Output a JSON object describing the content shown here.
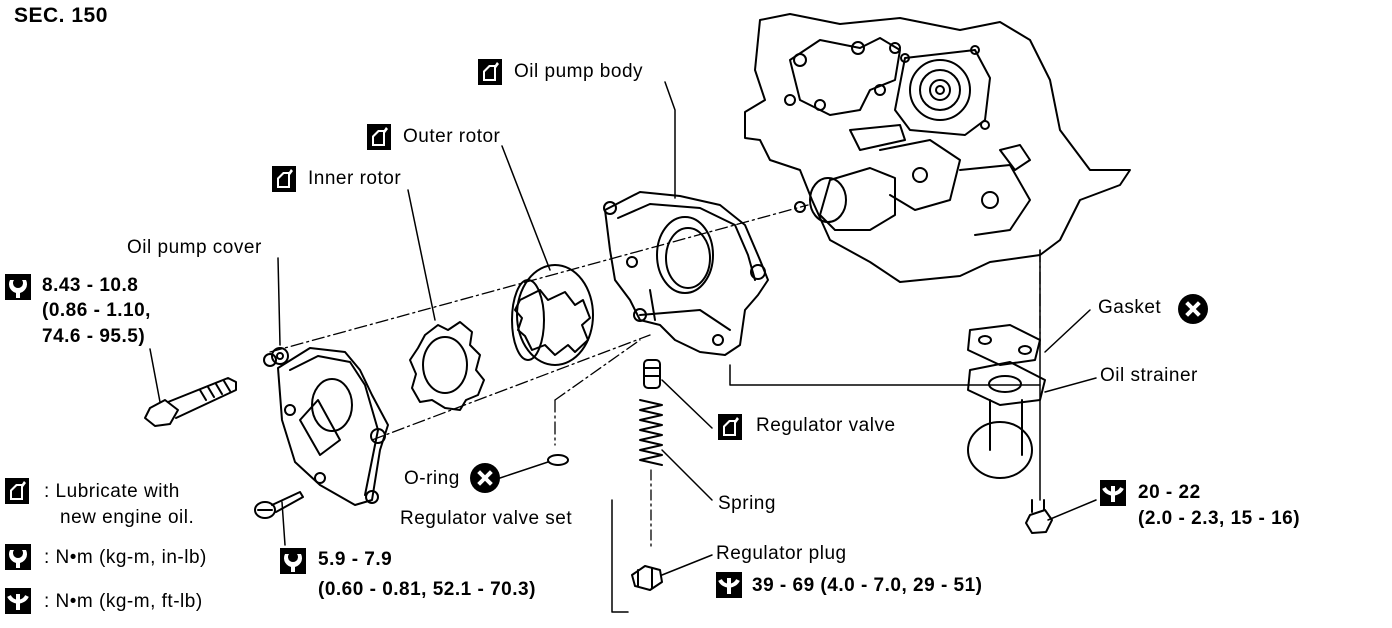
{
  "section": "SEC. 150",
  "parts": {
    "oil_pump_body": "Oil pump body",
    "outer_rotor": "Outer rotor",
    "inner_rotor": "Inner rotor",
    "oil_pump_cover": "Oil pump cover",
    "gasket": "Gasket",
    "oil_strainer": "Oil strainer",
    "regulator_valve": "Regulator valve",
    "o_ring": "O-ring",
    "spring": "Spring",
    "regulator_valve_set": "Regulator valve set",
    "regulator_plug": "Regulator plug"
  },
  "torques": {
    "cover_bolt": [
      "8.43 - 10.8",
      "(0.86 - 1.10,",
      "74.6 - 95.5)"
    ],
    "cover_screw": [
      "5.9 - 7.9",
      "(0.60 - 0.81, 52.1 - 70.3)"
    ],
    "strainer_bolt": [
      "20 - 22",
      "(2.0 - 2.3, 15 - 16)"
    ],
    "regulator_plug": "39 - 69 (4.0 - 7.0, 29 - 51)"
  },
  "legend": {
    "lube_line1": ": Lubricate with",
    "lube_line2": "new engine oil.",
    "nm_in": ": N•m (kg-m, in-lb)",
    "nm_ft": ": N•m (kg-m, ft-lb)"
  }
}
